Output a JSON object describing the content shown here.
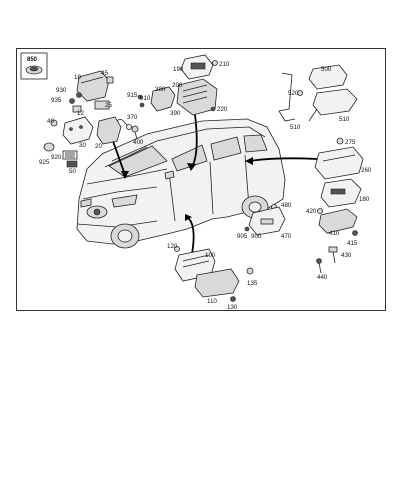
{
  "diagram": {
    "labels": {
      "l850": "850",
      "l10": "10",
      "l45": "45",
      "l930": "930",
      "l935": "935",
      "l12": "12",
      "l25": "25",
      "l40": "40",
      "l30": "30",
      "l20": "20",
      "l370": "370",
      "l400": "400",
      "l915": "915",
      "l910": "910",
      "l380": "380",
      "l390": "390",
      "l190": "190",
      "l210": "210",
      "l200": "200",
      "l220": "220",
      "l500": "500",
      "l520": "520",
      "l510a": "510",
      "l510b": "510",
      "l920": "920",
      "l50": "50",
      "l925": "925",
      "l275": "275",
      "l260": "260",
      "l180": "180",
      "l420": "420",
      "l480": "480",
      "l410": "410",
      "l415": "415",
      "l430": "430",
      "l440": "440",
      "l905": "905",
      "l900": "900",
      "l470": "470",
      "l120": "120",
      "l100": "100",
      "l135": "135",
      "l110": "110",
      "l130": "130"
    }
  }
}
